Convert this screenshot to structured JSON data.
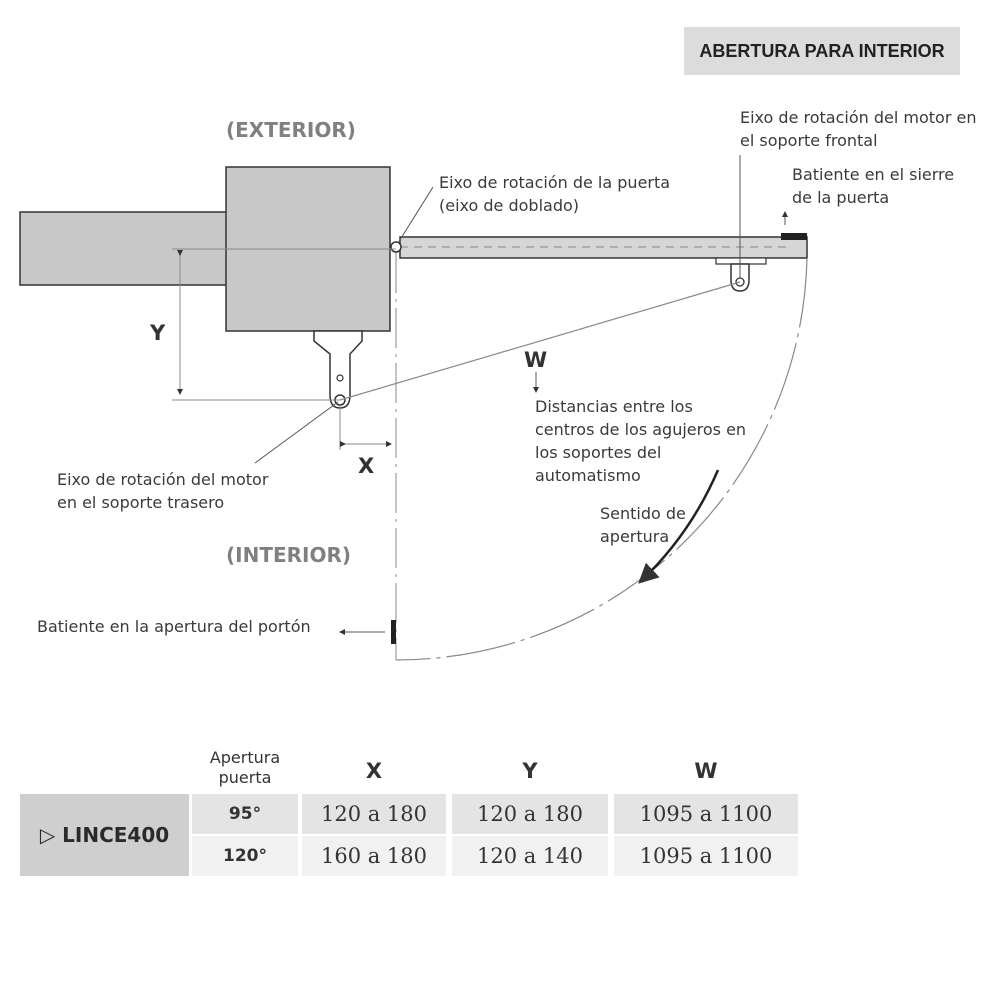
{
  "header": {
    "badge": "ABERTURA PARA INTERIOR"
  },
  "zones": {
    "exterior": "(EXTERIOR)",
    "interior": "(INTERIOR)"
  },
  "labels": {
    "motor_front": [
      "Eixo de rotación del motor en",
      "el soporte frontal"
    ],
    "stop_close": [
      "Batiente en el sierre",
      "de la puerta"
    ],
    "door_axis": [
      "Eixo de rotación de la puerta",
      "(eixo de doblado)"
    ],
    "distances": [
      "Distancias entre los",
      "centros de los agujeros en",
      "los soportes del",
      "automatismo"
    ],
    "direction": [
      "Sentido de",
      "apertura"
    ],
    "motor_rear": [
      "Eixo de rotación del motor",
      "en el soporte trasero"
    ],
    "stop_open": "Batiente en la apertura del portón"
  },
  "dims": {
    "y": "Y",
    "x": "X",
    "w": "W"
  },
  "table": {
    "col_opening": [
      "Apertura",
      "puerta"
    ],
    "col_x": "X",
    "col_y": "Y",
    "col_w": "W",
    "model": "▷ LINCE400",
    "rows": [
      {
        "angle": "95°",
        "x": "120 a 180",
        "y": "120 a 180",
        "w": "1095 a 1100"
      },
      {
        "angle": "120°",
        "x": "160 a 180",
        "y": "120 a 140",
        "w": "1095 a 1100"
      }
    ]
  },
  "colors": {
    "pillar_fill": "#c8c8c8",
    "outline": "#333333",
    "badge_bg": "#dcdcdc",
    "zone_text": "#808080"
  }
}
